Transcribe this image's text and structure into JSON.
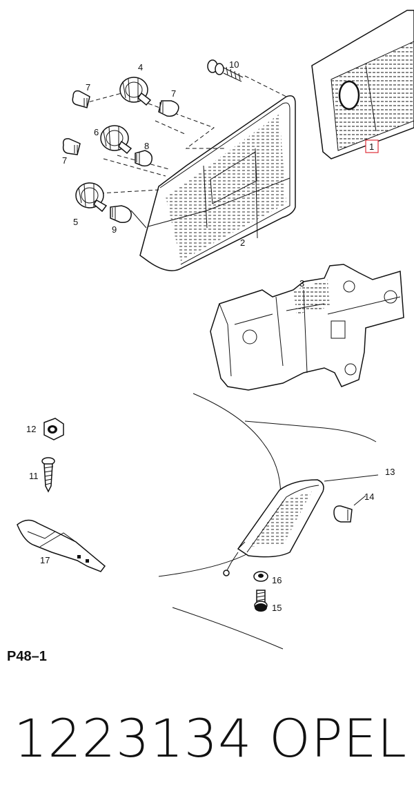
{
  "diagram": {
    "page_code": "P48–1",
    "highlight_color": "#e0303a",
    "callouts": [
      "1",
      "2",
      "3",
      "4",
      "5",
      "6",
      "7",
      "7",
      "7",
      "8",
      "9",
      "10",
      "11",
      "12",
      "13",
      "14",
      "15",
      "16",
      "17"
    ]
  },
  "footer": {
    "part_number": "1223134",
    "brand": "OPEL"
  }
}
